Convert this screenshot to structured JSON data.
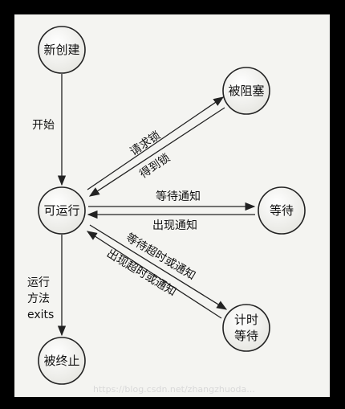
{
  "diagram": {
    "states": {
      "new": "新创建",
      "runnable": "可运行",
      "blocked": "被阻塞",
      "waiting": "等待",
      "timed_waiting_line1": "计时",
      "timed_waiting_line2": "等待",
      "terminated": "被终止"
    },
    "edges": {
      "start": "开始",
      "request_lock": "请求锁",
      "acquire_lock": "得到锁",
      "wait_notify": "等待通知",
      "notify_appears": "出现通知",
      "wait_timeout_or_notify": "等待超时或通知",
      "timeout_or_notify_appears": "出现超时或通知",
      "run_method_line1": "运行",
      "run_method_line2": "方法",
      "run_method_line3": "exits"
    },
    "watermark": "https://blog.csdn.net/zhangzhuoda..."
  },
  "colors": {
    "background": "#f4f4f1",
    "border": "#000000",
    "stroke": "#222222"
  }
}
